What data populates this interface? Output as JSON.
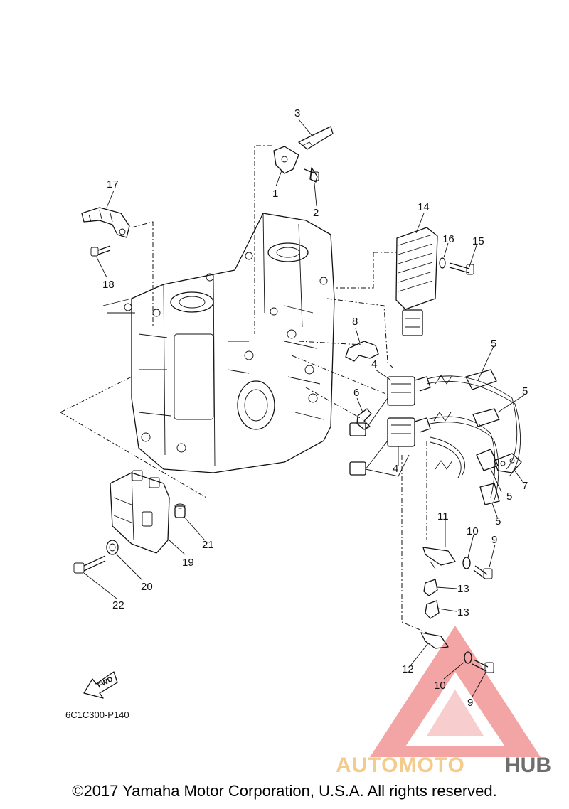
{
  "diagram": {
    "callouts": [
      {
        "id": "c1",
        "label": "1"
      },
      {
        "id": "c2",
        "label": "2"
      },
      {
        "id": "c3",
        "label": "3"
      },
      {
        "id": "c4a",
        "label": "4"
      },
      {
        "id": "c4b",
        "label": "4"
      },
      {
        "id": "c5a",
        "label": "5"
      },
      {
        "id": "c5b",
        "label": "5"
      },
      {
        "id": "c5c",
        "label": "5"
      },
      {
        "id": "c5d",
        "label": "5"
      },
      {
        "id": "c6",
        "label": "6"
      },
      {
        "id": "c7",
        "label": "7"
      },
      {
        "id": "c8",
        "label": "8"
      },
      {
        "id": "c9a",
        "label": "9"
      },
      {
        "id": "c9b",
        "label": "9"
      },
      {
        "id": "c10a",
        "label": "10"
      },
      {
        "id": "c10b",
        "label": "10"
      },
      {
        "id": "c11",
        "label": "11"
      },
      {
        "id": "c12",
        "label": "12"
      },
      {
        "id": "c13a",
        "label": "13"
      },
      {
        "id": "c13b",
        "label": "13"
      },
      {
        "id": "c14",
        "label": "14"
      },
      {
        "id": "c15",
        "label": "15"
      },
      {
        "id": "c16",
        "label": "16"
      },
      {
        "id": "c17",
        "label": "17"
      },
      {
        "id": "c18",
        "label": "18"
      },
      {
        "id": "c19",
        "label": "19"
      },
      {
        "id": "c20",
        "label": "20"
      },
      {
        "id": "c21",
        "label": "21"
      },
      {
        "id": "c22",
        "label": "22"
      }
    ],
    "fwd_label": "FWD",
    "diagram_code": "6C1C300-P140"
  },
  "watermark": {
    "brand_part1": "AUTOMOTO",
    "brand_part2": "HUB",
    "color_primary": "#f08a8a",
    "color_secondary": "#f2c27a",
    "color_dark": "#555555"
  },
  "footer": {
    "copyright": "©2017 Yamaha Motor Corporation, U.S.A. All rights reserved."
  }
}
